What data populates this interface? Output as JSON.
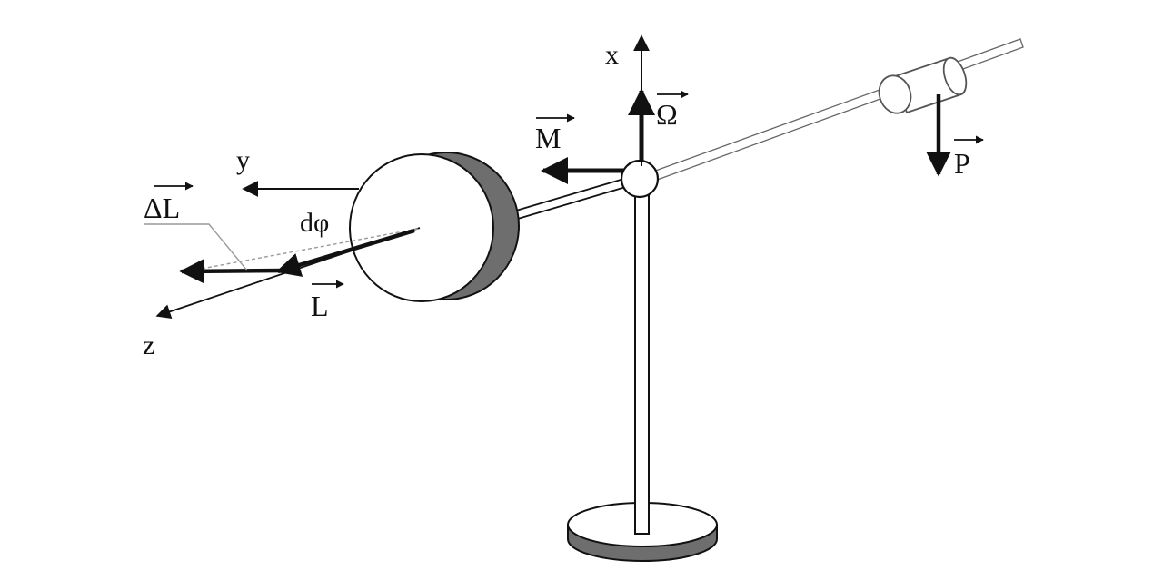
{
  "diagram": {
    "labels": {
      "x_axis": "x",
      "y_axis": "y",
      "z_axis": "z",
      "omega": "Ω",
      "moment": "M",
      "weight": "P",
      "angular_momentum": "L",
      "delta_L": "ΔL",
      "angle": "dφ"
    },
    "colors": {
      "line": "#111111",
      "shade": "#6e6e6e",
      "light": "#9a9a9a",
      "fill": "#ffffff"
    }
  }
}
